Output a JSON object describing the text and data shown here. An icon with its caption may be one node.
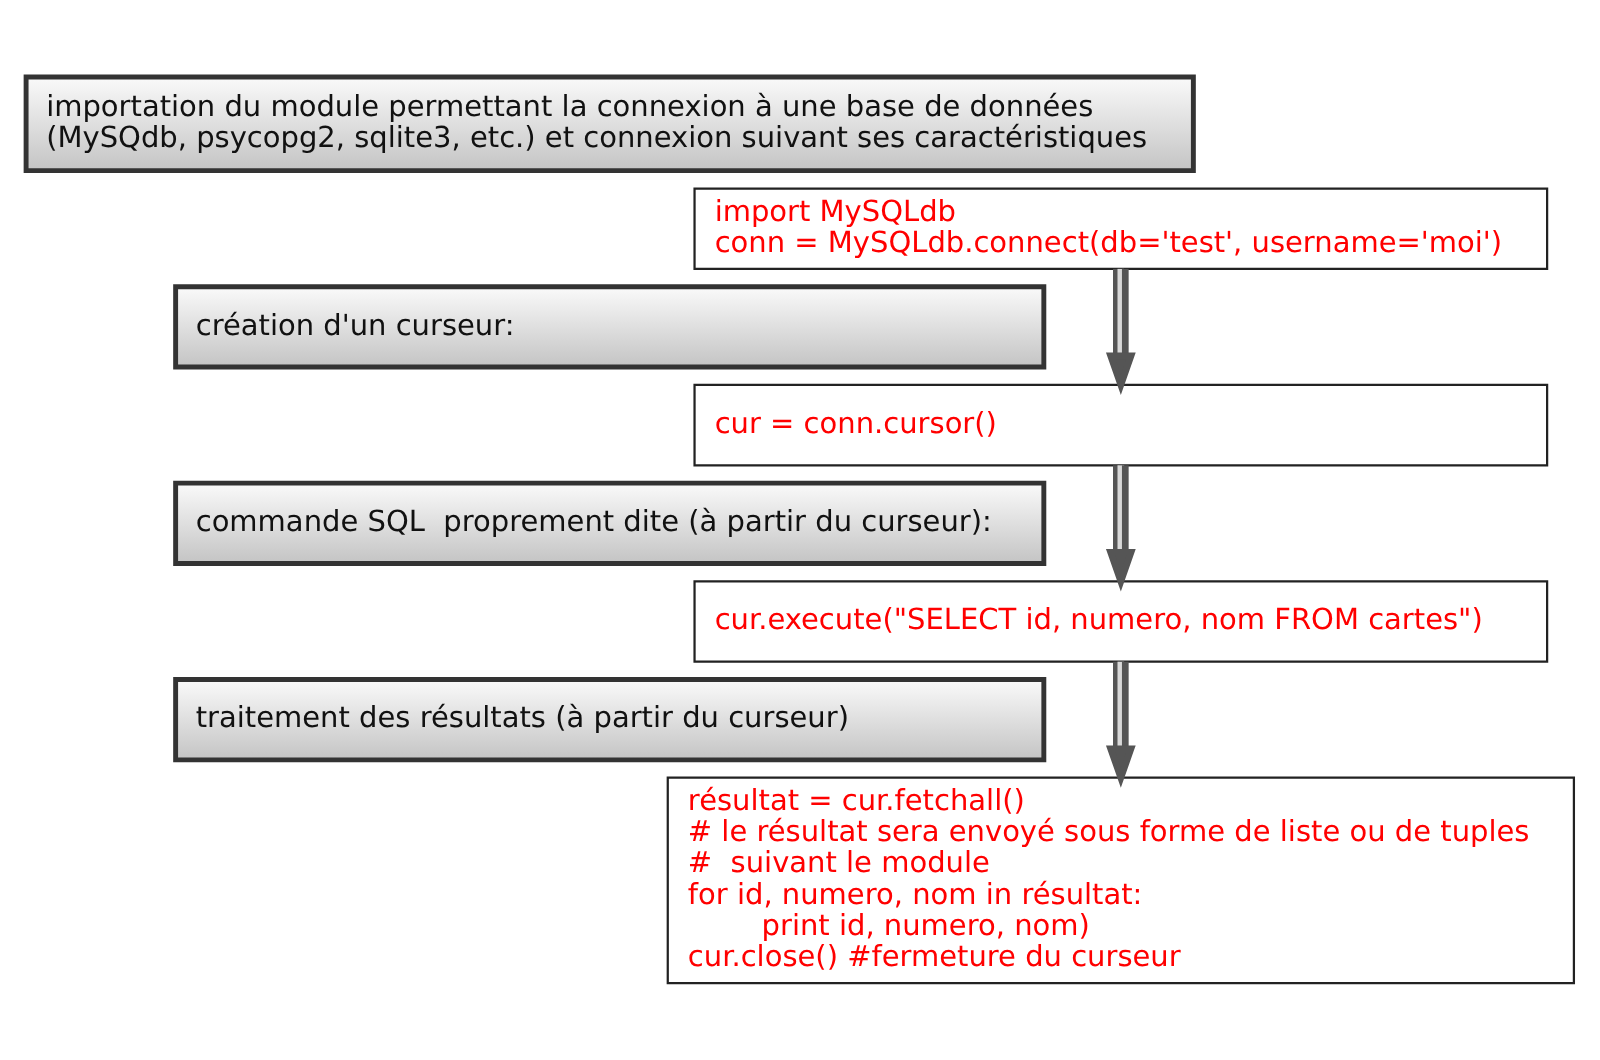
{
  "diagram": {
    "nodes": [
      {
        "text": [
          "importation du module permettant la connexion à une base de données (MySQdb, psycopg2, sqlite3, etc.) et connexion suivant ses caractéristiques"
        ]
      },
      {
        "text": [
          "import MySQLdb",
          "conn = MySQLdb.connect(db='test', username='moi')"
        ]
      },
      {
        "text": [
          "création d'un curseur:"
        ]
      },
      {
        "text": [
          "cur = conn.cursor()"
        ]
      },
      {
        "text": [
          "commande SQL  proprement dite (à partir du curseur):"
        ]
      },
      {
        "text": [
          "cur.execute(\"SELECT id, numero, nom FROM cartes\")"
        ]
      },
      {
        "text": [
          "traitement des résultats (à partir du curseur)"
        ]
      },
      {
        "text": [
          "résultat = cur.fetchall()",
          "# le résultat sera envoyé sous forme de liste ou de tuples",
          "#  suivant le module",
          "for id, numero, nom in résultat:",
          "print id, numero, nom)",
          "cur.close() #fermeture du curseur"
        ]
      }
    ],
    "edges": [
      {
        "from": 1,
        "to": 3,
        "arrow": "to"
      },
      {
        "from": 3,
        "to": 5,
        "arrow": "to"
      },
      {
        "from": 5,
        "to": 7,
        "arrow": "to"
      }
    ]
  }
}
